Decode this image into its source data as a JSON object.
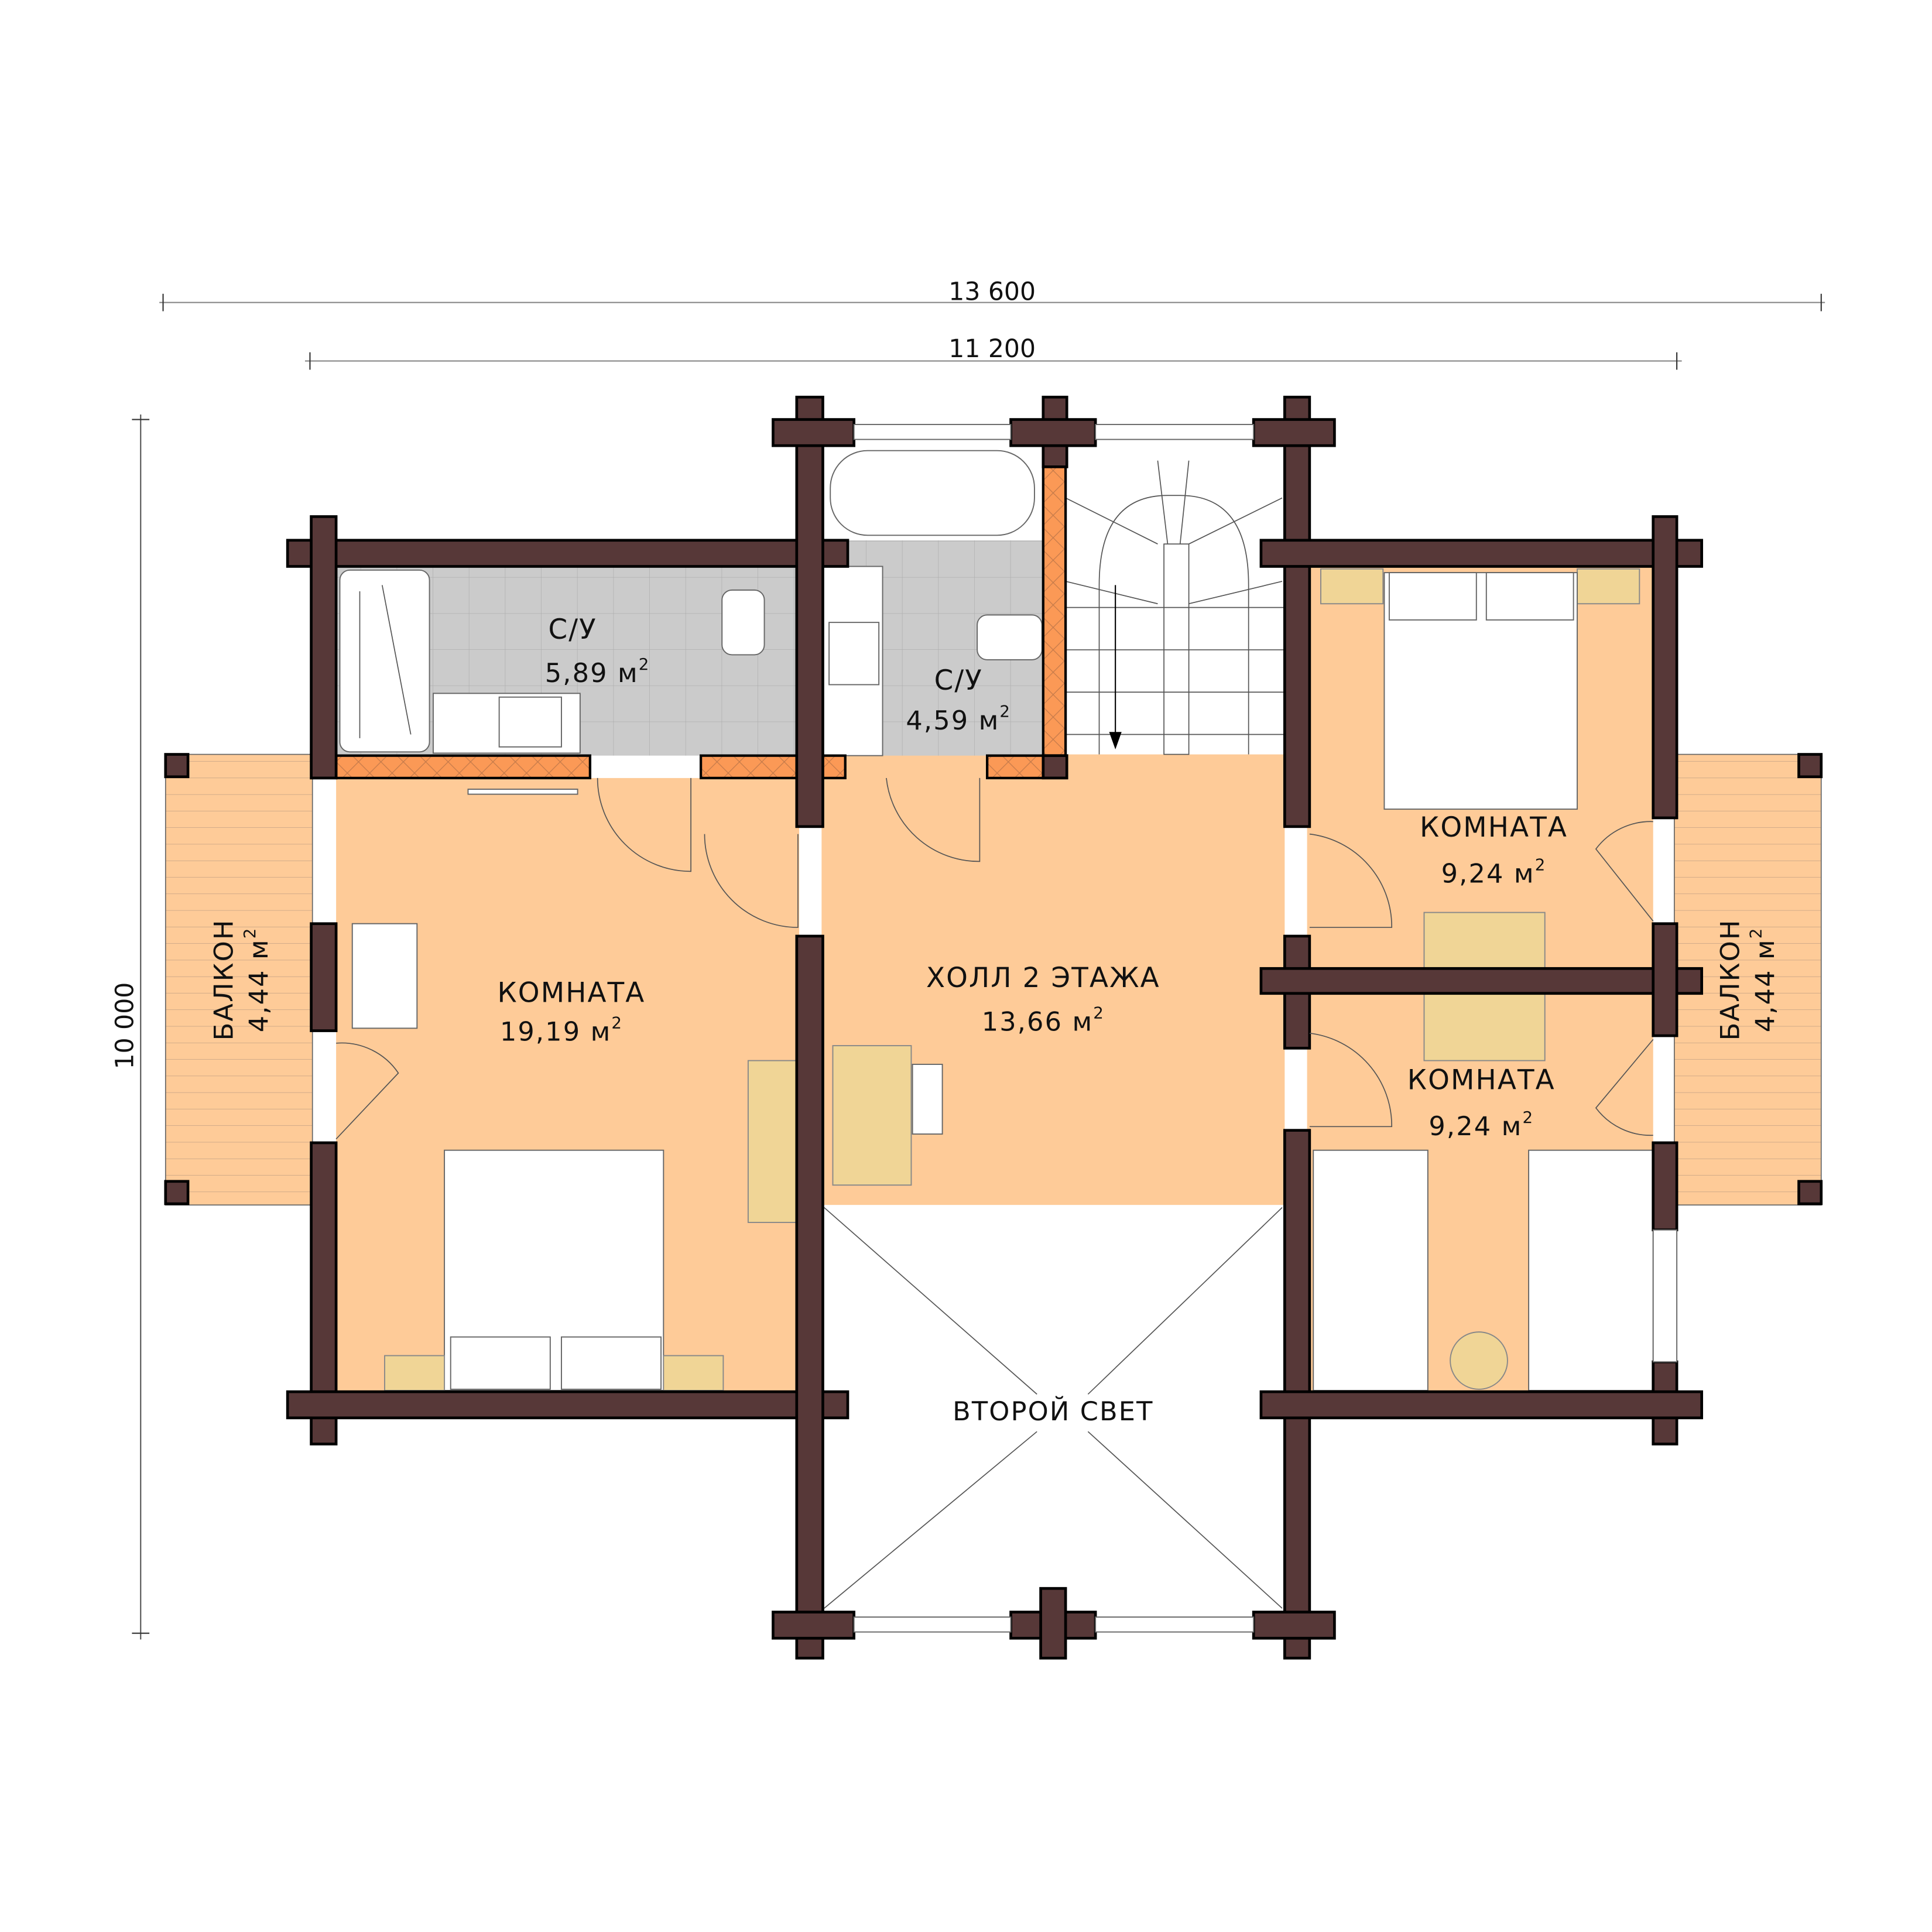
{
  "colors": {
    "wall": "#573838",
    "room_floor": "#FECB98",
    "balcony_floor": "#FECB98",
    "bathroom_tile": "#CBCBCB",
    "partition": "#FB9956",
    "furniture": "#F0D596",
    "background": "#FFFFFF"
  },
  "dimensions": {
    "overall_width": "13 600",
    "inner_width": "11 200",
    "overall_depth": "10 000"
  },
  "rooms": [
    {
      "id": "bathroom-1",
      "name": "С/У",
      "area": "5,89",
      "unit": "м",
      "sup": "2"
    },
    {
      "id": "bathroom-2",
      "name": "С/У",
      "area": "4,59",
      "unit": "м",
      "sup": "2"
    },
    {
      "id": "room-large",
      "name": "КОМНАТА",
      "area": "19,19",
      "unit": "м",
      "sup": "2"
    },
    {
      "id": "hall",
      "name": "ХОЛЛ 2 ЭТАЖА",
      "area": "13,66",
      "unit": "м",
      "sup": "2"
    },
    {
      "id": "room-right-top",
      "name": "КОМНАТА",
      "area": "9,24",
      "unit": "м",
      "sup": "2"
    },
    {
      "id": "room-right-bottom",
      "name": "КОМНАТА",
      "area": "9,24",
      "unit": "м",
      "sup": "2"
    },
    {
      "id": "balcony-left",
      "name": "БАЛКОН",
      "area": "4,44",
      "unit": "м",
      "sup": "2"
    },
    {
      "id": "balcony-right",
      "name": "БАЛКОН",
      "area": "4,44",
      "unit": "м",
      "sup": "2"
    }
  ],
  "void": {
    "name": "ВТОРОЙ СВЕТ"
  }
}
